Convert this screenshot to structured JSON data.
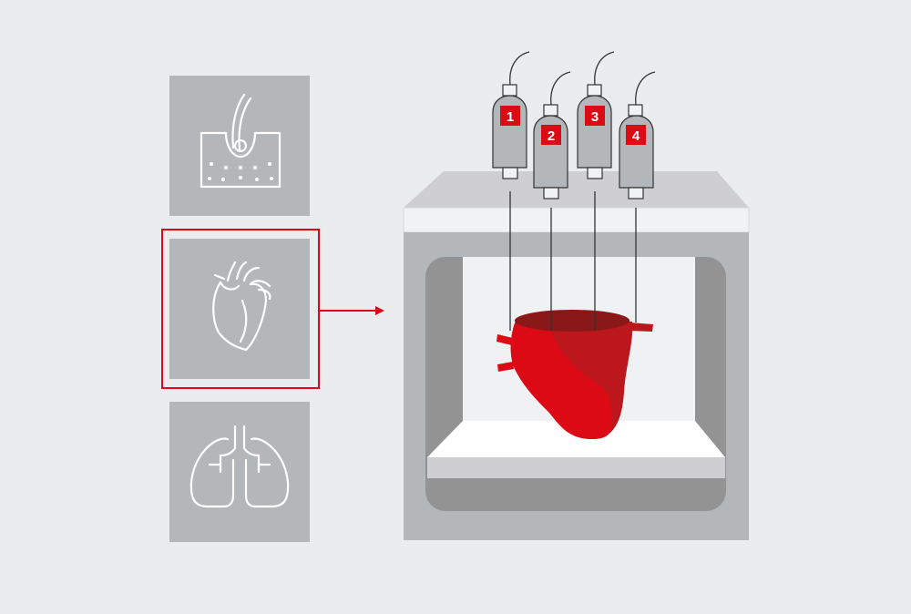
{
  "syringes": [
    {
      "label": "1"
    },
    {
      "label": "2"
    },
    {
      "label": "3"
    },
    {
      "label": "4"
    }
  ],
  "panels": [
    "skin-tissue",
    "heart",
    "lungs"
  ],
  "selected_panel": "heart",
  "colors": {
    "background": "#ebecee",
    "panel": "#b4b7b9",
    "accent": "#dc0a14",
    "heart_dark": "#bb171c"
  }
}
